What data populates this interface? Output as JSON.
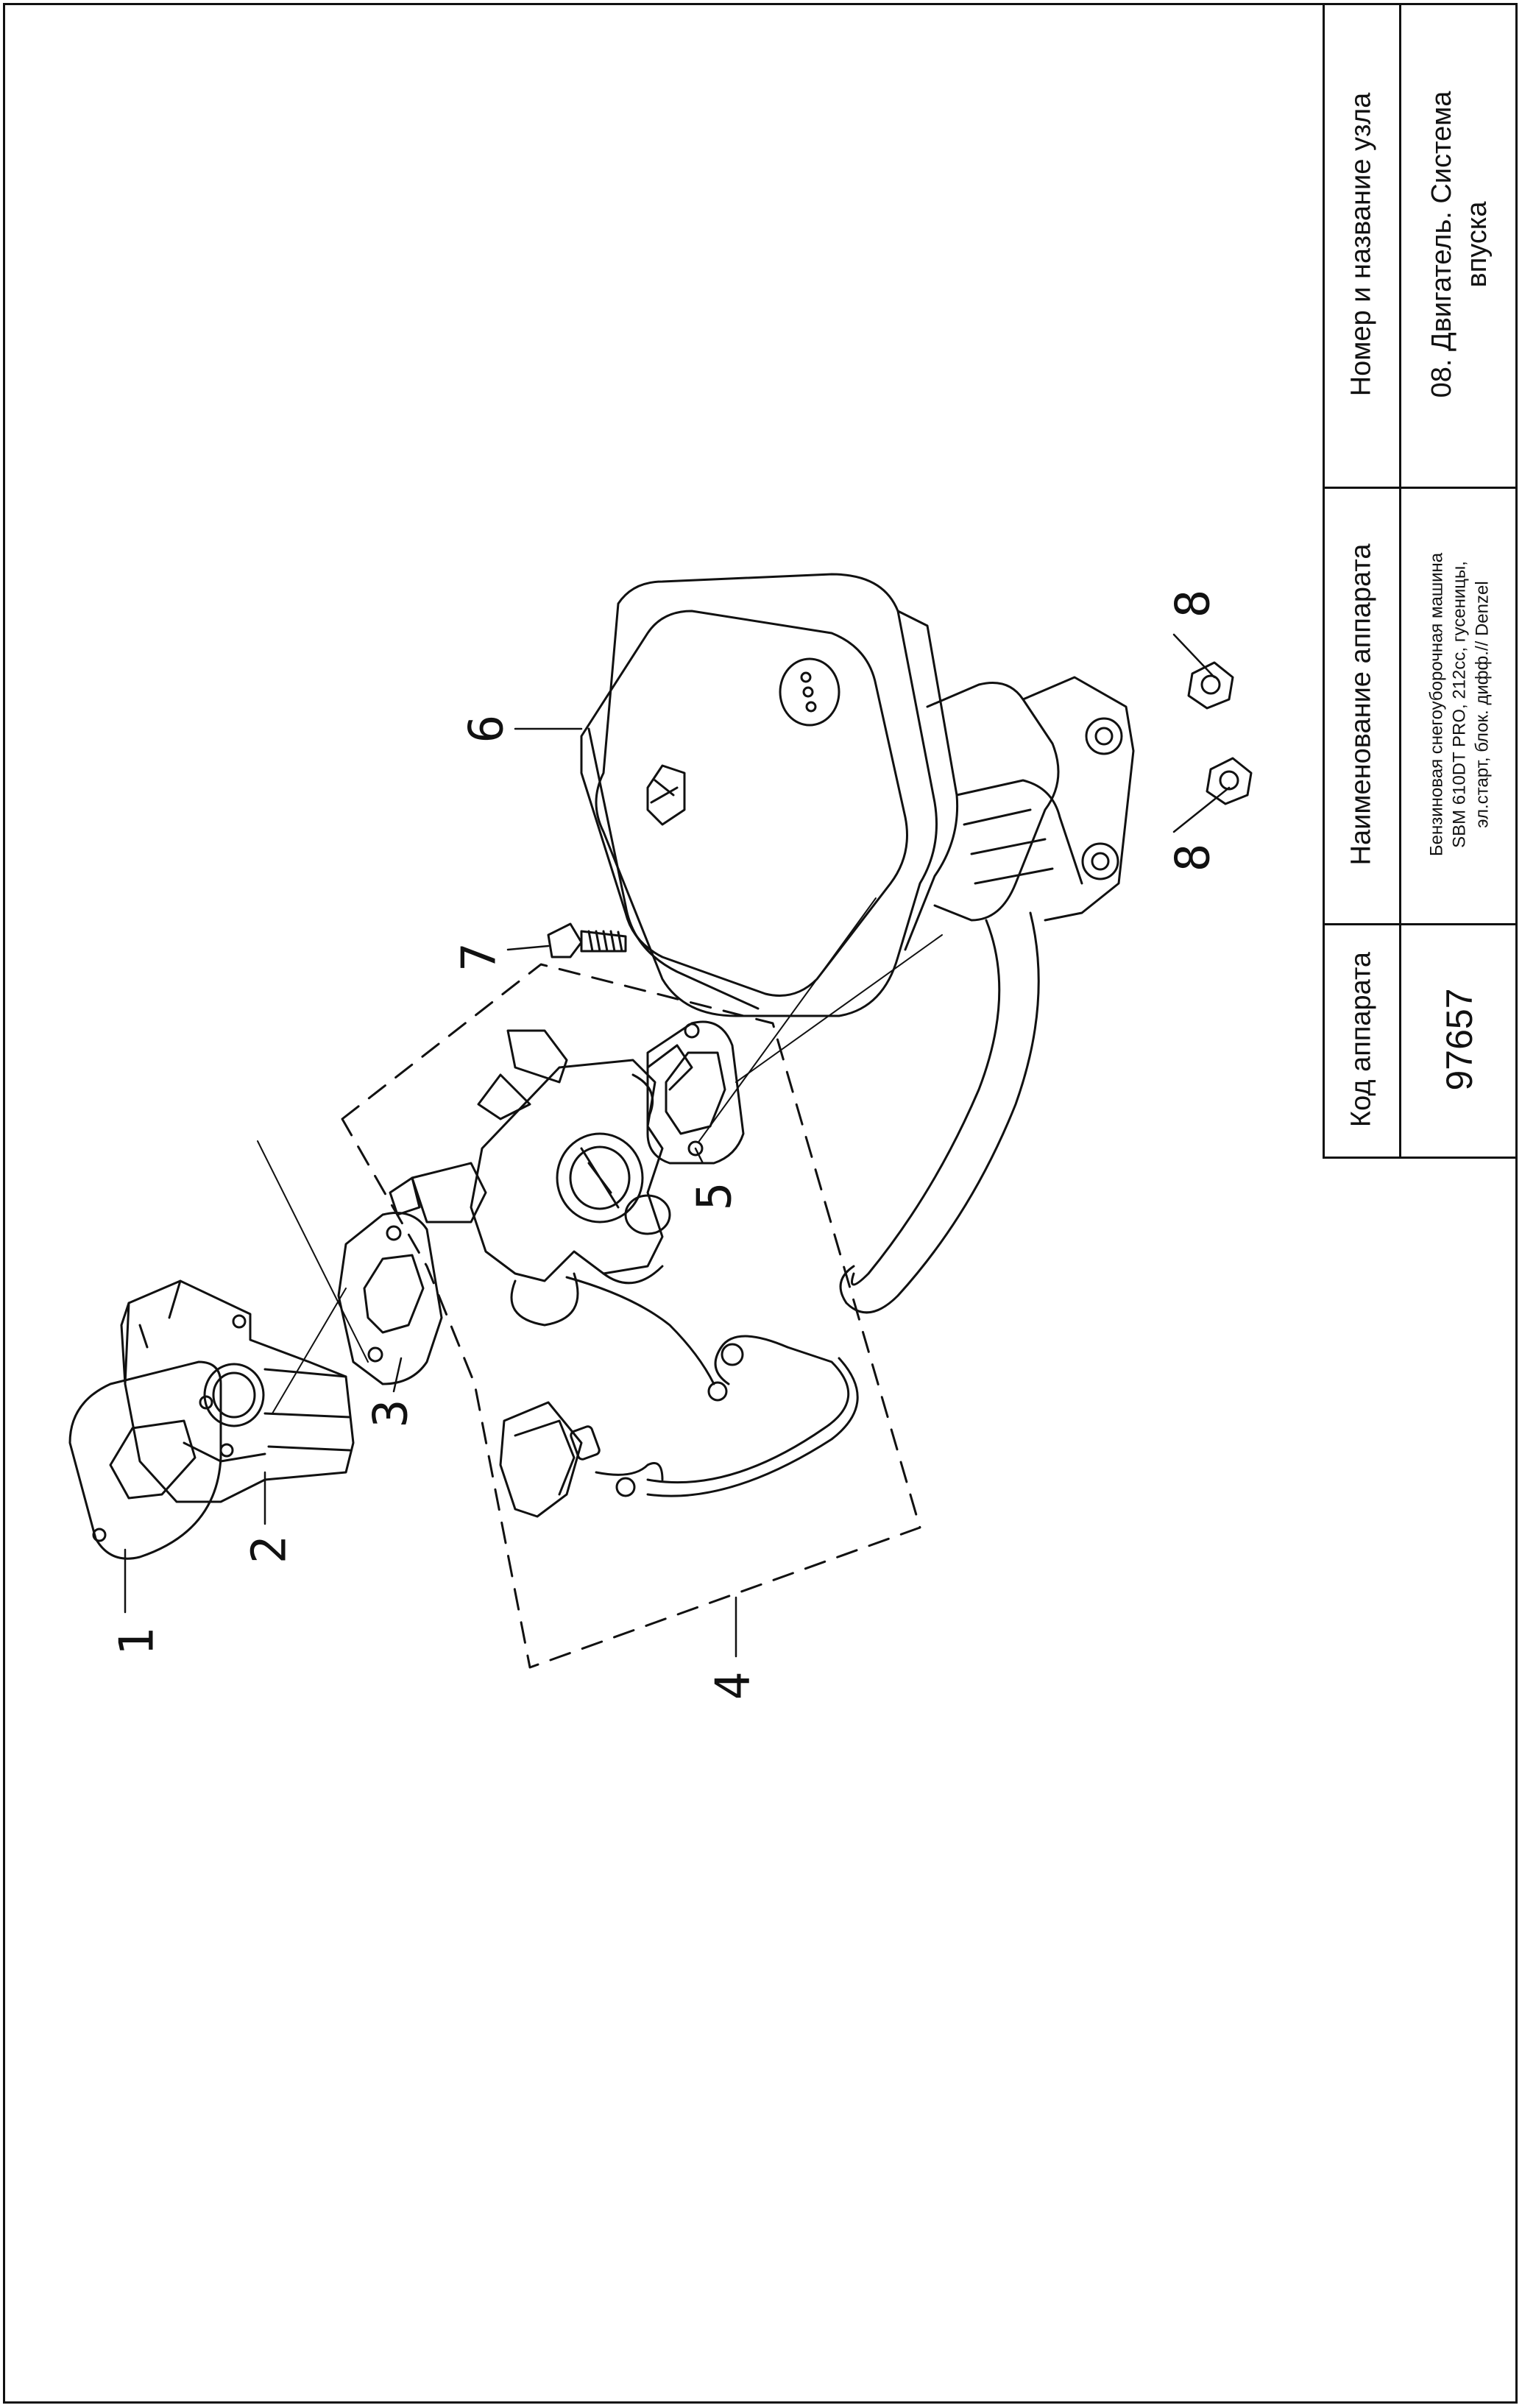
{
  "title_block": {
    "headers": {
      "code": "Код аппарата",
      "name": "Наименование аппарата",
      "node": "Номер и название узла"
    },
    "values": {
      "code": "97657",
      "name_lines": [
        "Бензиновая снегоуборочная машина",
        "SBM 610DT PRO, 212cc, гусеницы,",
        "эл.старт, блок. дифф.// Denzel"
      ],
      "node_lines": [
        "08. Двигатель. Система",
        "впуска"
      ]
    }
  },
  "callouts": {
    "c1": "1",
    "c2": "2",
    "c3": "3",
    "c4": "4",
    "c5": "5",
    "c6": "6",
    "c7": "7",
    "c8a": "8",
    "c8b": "8"
  }
}
